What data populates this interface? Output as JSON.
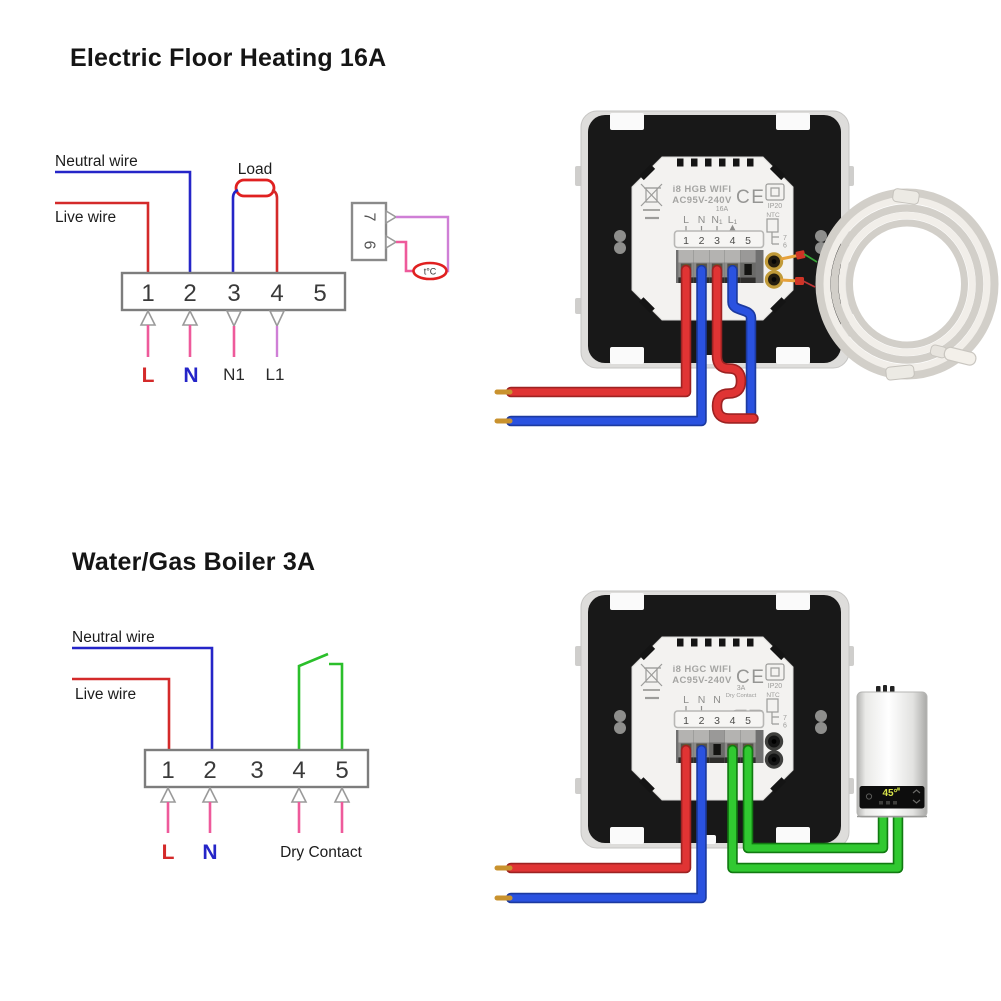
{
  "titles": {
    "section1": "Electric Floor Heating 16A",
    "section2": "Water/Gas Boiler 3A"
  },
  "schematic1": {
    "neutral_label": "Neutral wire",
    "live_label": "Live wire",
    "load_label": "Load",
    "terminals": [
      "1",
      "2",
      "3",
      "4",
      "5"
    ],
    "labels": {
      "l": "L",
      "n": "N",
      "n1": "N1",
      "l1": "L1"
    },
    "sensor_terminal_7": "7",
    "sensor_terminal_6": "6",
    "sensor_label": "t°C"
  },
  "schematic2": {
    "neutral_label": "Neutral wire",
    "live_label": "Live wire",
    "terminals": [
      "1",
      "2",
      "3",
      "4",
      "5"
    ],
    "labels": {
      "l": "L",
      "n": "N",
      "dry": "Dry Contact"
    }
  },
  "thermostat1": {
    "model": "i8 HGB WIFI",
    "voltage": "AC95V-240V",
    "rating": "16A",
    "ce_mark": "CE",
    "ip_rating": "IP20",
    "terminal_labels": [
      "L",
      "N",
      "N₁",
      "L₁"
    ],
    "terminal_numbers": [
      "1",
      "2",
      "3",
      "4",
      "5"
    ],
    "ntc_label": "NTC",
    "ntc_7": "7",
    "ntc_6": "6"
  },
  "thermostat2": {
    "model": "i8 HGC WIFI",
    "voltage": "AC95V-240V",
    "rating": "3A",
    "rating_sub": "Dry Contact",
    "ce_mark": "CE",
    "ip_rating": "IP20",
    "terminal_labels": [
      "L",
      "N",
      "N"
    ],
    "terminal_numbers": [
      "1",
      "2",
      "3",
      "4",
      "5"
    ],
    "ntc_label": "NTC",
    "ntc_7": "7",
    "ntc_6": "6"
  },
  "boiler": {
    "display_temp": "45°"
  },
  "colors": {
    "live": "#d42a2a",
    "neutral": "#2525c8",
    "green": "#2bbf2b",
    "pink_arrow": "#ee5a9b",
    "violet_wire": "#cf7fd6",
    "wire_red": "#e03434",
    "wire_blue": "#2a52e0",
    "wire_green": "#31c931",
    "copper": "#c9922e",
    "load_outline": "#e02020"
  }
}
